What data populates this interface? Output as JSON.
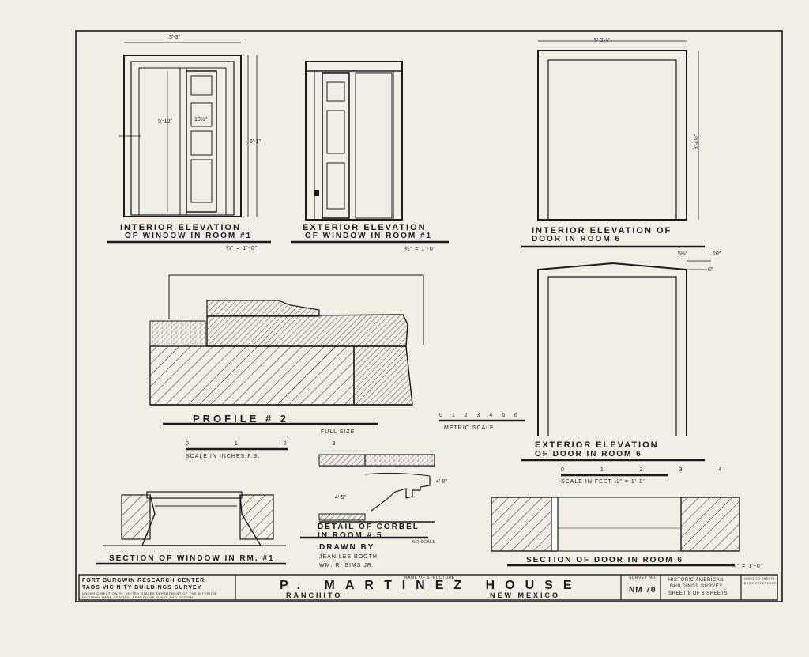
{
  "drawings": {
    "int_window": {
      "title": "INTERIOR ELEVATION",
      "subtitle": "OF WINDOW IN ROOM #1",
      "scale": "¾\" = 1'-0\""
    },
    "ext_window": {
      "title": "EXTERIOR ELEVATION",
      "subtitle": "OF WINDOW IN ROOM #1",
      "scale": "¾\" = 1'-0\""
    },
    "int_door": {
      "title": "INTERIOR ELEVATION OF",
      "subtitle": "DOOR IN ROOM 6",
      "dim_width": "5'-3¼\"",
      "dim_height": "6'-4½\""
    },
    "ext_door": {
      "title": "EXTERIOR ELEVATION",
      "subtitle": "OF DOOR IN ROOM 6",
      "dim_top": "5½\"",
      "dim_top2": "10\"",
      "dim_side": "6\""
    },
    "profile": {
      "title": "PROFILE # 2",
      "note": "FULL SIZE"
    },
    "metric_scale": {
      "ticks": "0 1 2 3 4 5 6",
      "label": "METRIC SCALE"
    },
    "inch_scale": {
      "ticks": "0 1 2 3",
      "label": "SCALE IN INCHES F.S."
    },
    "feet_scale": {
      "ticks": "0 1 2 3 4",
      "label": "SCALE IN FEET ½\" = 1'-0\""
    },
    "corbel": {
      "title": "DETAIL OF CORBEL",
      "subtitle": "IN ROOM # 5",
      "scale": "NO SCALE",
      "dim_a": "4'-5\"",
      "dim_b": "4'-8\""
    },
    "sect_window": {
      "title": "SECTION OF WINDOW IN RM. #1"
    },
    "sect_door": {
      "title": "SECTION OF DOOR IN ROOM 6",
      "scale": "¾\" = 1'-0\""
    },
    "int_window_dims": {
      "w": "3'-3\"",
      "h": "6'-1\"",
      "h2": "5'-10\"",
      "sash": "10½\""
    }
  },
  "credits": {
    "line1": "DRAWN BY",
    "line2": "JEAN LEE BOOTH",
    "line3": "WM. R. SIMS JR."
  },
  "title_block": {
    "center_line1": "FORT BURGWIN RESEARCH CENTER",
    "center_line2": "TAOS VICINITY BUILDINGS SURVEY",
    "direction": "UNDER DIRECTION OF UNITED STATES DEPARTMENT OF THE INTERIOR",
    "service": "NATIONAL PARK SERVICE, BRANCH OF PLANS AND DESIGN",
    "name_label": "NAME OF STRUCTURE",
    "structure": "P. MARTINEZ HOUSE",
    "location": "RANCHITO",
    "state": "NEW MEXICO",
    "survey_label": "SURVEY NO.",
    "survey_no": "NM 70",
    "habs1": "HISTORIC AMERICAN",
    "habs2": "BUILDINGS SURVEY",
    "sheet": "SHEET 8 OF 8 SHEETS",
    "index1": "INDEX TO SHEETS",
    "index2": "BRIEF REFERENCE"
  },
  "colors": {
    "paper": "#f2eee6",
    "ink": "#1b1b1b"
  }
}
